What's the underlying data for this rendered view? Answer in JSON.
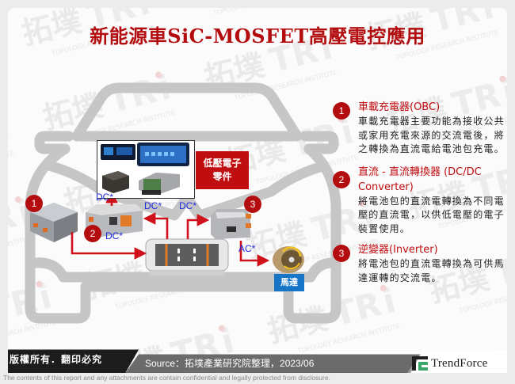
{
  "title": "新能源車SiC-MOSFET高壓電控應用",
  "watermark": {
    "cn": "拓墣",
    "en_logo": "TRi",
    "en_text": "TOPOLOGY RESEARCH INSTITUTE"
  },
  "diagram": {
    "low_voltage_label": [
      "低壓電子",
      "零件"
    ],
    "motor_label": "馬達",
    "badges": [
      "1",
      "2",
      "3"
    ],
    "flow_labels": {
      "obc_to_battery_side": "DC*",
      "dcdc_to_lv": "DC*",
      "battery_to_dcdc": "DC*",
      "battery_to_inverter": "DC*",
      "inverter_to_motor": "AC*"
    },
    "colors": {
      "arrow": "#d0101a",
      "badge": "#b40d10",
      "flow_text": "#1a2ae0",
      "car_outline": "#c4c4c4",
      "motor_label_bg": "#1775c8",
      "lv_label_bg": "#c00d10"
    }
  },
  "items": [
    {
      "number": "1",
      "heading": "車載充電器(OBC)",
      "description": "車載充電器主要功能為接收公共或家用充電來源的交流電後，將之轉換為直流電給電池包充電。"
    },
    {
      "number": "2",
      "heading": "直流 - 直流轉換器 (DC/DC Converter)",
      "description": "將電池包的直流電轉換為不同電壓的直流電，以供低電壓的電子裝置使用。"
    },
    {
      "number": "3",
      "heading": "逆變器(Inverter)",
      "description": "將電池包的直流電轉換為可供馬達運轉的交流電。"
    }
  ],
  "footer": {
    "copyright": "版權所有．翻印必究",
    "source": "Source：拓墣產業研究院整理，2023/06",
    "brand": "TrendForce",
    "disclaimer": "The contents of this report and any attachments are contain confidential and legally protected from disclosure."
  }
}
